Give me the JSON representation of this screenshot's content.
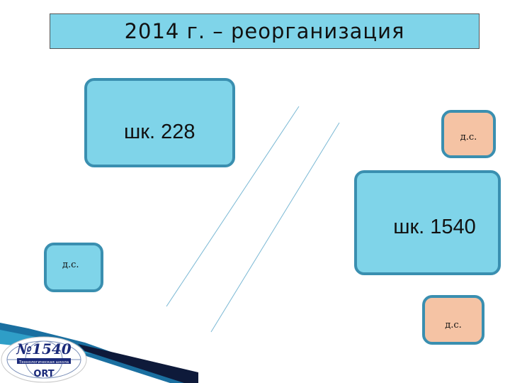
{
  "title": "2014 г. – реорганизация",
  "boxes": {
    "school228": "шк. 228",
    "school1540": "шк. 1540",
    "kindergarten1": "д.с.",
    "kindergarten2": "д.с.",
    "kindergarten3": "д.с."
  },
  "logo": {
    "number": "№1540",
    "subtitle": "Технологическая школа",
    "brand": "ORT"
  },
  "colors": {
    "box_fill": "#7fd4e9",
    "box_border": "#3a8fb0",
    "kindergarten_fill": "#f5c3a4"
  }
}
